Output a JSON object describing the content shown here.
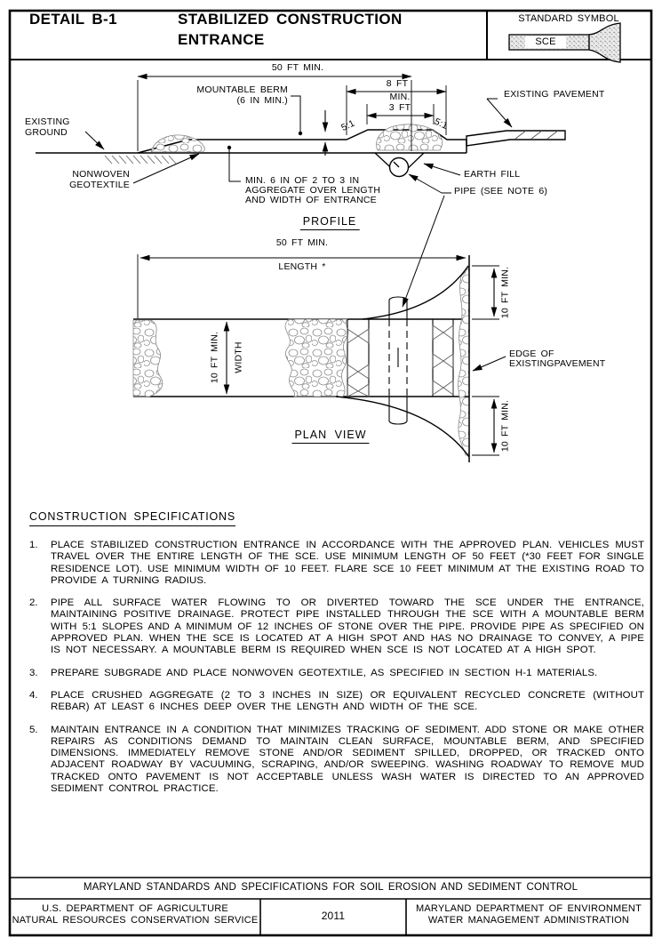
{
  "title_block": {
    "detail_no": "DETAIL B-1",
    "title_line1": "STABILIZED CONSTRUCTION",
    "title_line2": "ENTRANCE",
    "standard_symbol_label": "STANDARD SYMBOL",
    "symbol_text": "SCE"
  },
  "profile": {
    "view_label": "PROFILE",
    "dim_50ft": "50 FT MIN.",
    "mountable_berm_line1": "MOUNTABLE BERM",
    "mountable_berm_line2": "(6 IN MIN.)",
    "dim_8ft": "8 FT",
    "dim_8ft_min": "MIN.",
    "dim_3ft": "3 FT",
    "existing_pavement": "EXISTING PAVEMENT",
    "slope_left": "5:1",
    "slope_right": "5:1",
    "existing_ground_line1": "EXISTING",
    "existing_ground_line2": "GROUND",
    "nonwoven_line1": "NONWOVEN",
    "nonwoven_line2": "GEOTEXTILE",
    "aggregate_note_line1": "MIN. 6 IN OF 2 TO 3 IN",
    "aggregate_note_line2": "AGGREGATE OVER LENGTH",
    "aggregate_note_line3": "AND WIDTH OF ENTRANCE",
    "earth_fill": "EARTH FILL",
    "pipe_note": "PIPE (SEE NOTE 6)"
  },
  "plan": {
    "view_label": "PLAN VIEW",
    "dim_50ft": "50 FT MIN.",
    "length_note": "LENGTH *",
    "dim_10ft_top": "10 FT MIN.",
    "dim_10ft_width": "10 FT MIN.",
    "width_label": "WIDTH",
    "dim_10ft_bottom": "10 FT MIN.",
    "edge_line1": "EDGE OF",
    "edge_line2": "EXISTINGPAVEMENT"
  },
  "specifications": {
    "heading": "CONSTRUCTION SPECIFICATIONS",
    "items": [
      {
        "number": "1.",
        "text": "PLACE STABILIZED CONSTRUCTION ENTRANCE IN ACCORDANCE WITH THE APPROVED PLAN. VEHICLES MUST TRAVEL OVER THE ENTIRE LENGTH OF THE SCE. USE MINIMUM LENGTH OF 50 FEET (*30 FEET FOR SINGLE RESIDENCE LOT). USE MINIMUM WIDTH OF 10 FEET.  FLARE SCE 10 FEET MINIMUM AT THE EXISTING ROAD TO PROVIDE A TURNING RADIUS."
      },
      {
        "number": "2.",
        "text": "PIPE ALL SURFACE WATER FLOWING TO OR DIVERTED TOWARD THE SCE UNDER THE ENTRANCE, MAINTAINING POSITIVE DRAINAGE. PROTECT PIPE INSTALLED THROUGH THE SCE WITH A MOUNTABLE BERM WITH 5:1 SLOPES AND A MINIMUM OF 12 INCHES OF STONE OVER THE PIPE. PROVIDE PIPE AS SPECIFIED ON APPROVED PLAN. WHEN THE SCE IS LOCATED AT A HIGH SPOT AND HAS NO DRAINAGE TO CONVEY, A PIPE IS NOT NECESSARY. A MOUNTABLE BERM IS REQUIRED WHEN SCE IS NOT LOCATED AT A HIGH SPOT."
      },
      {
        "number": "3.",
        "text": "PREPARE SUBGRADE AND PLACE NONWOVEN GEOTEXTILE, AS SPECIFIED IN SECTION H-1 MATERIALS."
      },
      {
        "number": "4.",
        "text": "PLACE CRUSHED AGGREGATE (2 TO 3 INCHES IN SIZE) OR EQUIVALENT RECYCLED CONCRETE (WITHOUT REBAR) AT LEAST 6 INCHES DEEP OVER THE LENGTH AND WIDTH OF THE SCE."
      },
      {
        "number": "5.",
        "text": "MAINTAIN ENTRANCE IN A CONDITION THAT MINIMIZES TRACKING OF SEDIMENT. ADD STONE OR MAKE OTHER REPAIRS AS CONDITIONS DEMAND TO MAINTAIN CLEAN SURFACE, MOUNTABLE BERM, AND SPECIFIED DIMENSIONS.  IMMEDIATELY REMOVE STONE AND/OR SEDIMENT SPILLED, DROPPED, OR TRACKED ONTO ADJACENT ROADWAY BY VACUUMING, SCRAPING, AND/OR SWEEPING.  WASHING ROADWAY TO REMOVE MUD TRACKED ONTO PAVEMENT IS NOT ACCEPTABLE UNLESS WASH WATER IS DIRECTED TO AN APPROVED SEDIMENT CONTROL PRACTICE."
      }
    ]
  },
  "footer": {
    "banner": "MARYLAND  STANDARDS  AND  SPECIFICATIONS  FOR  SOIL  EROSION  AND  SEDIMENT  CONTROL",
    "agency_left_line1": "U.S. DEPARTMENT OF AGRICULTURE",
    "agency_left_line2": "NATURAL RESOURCES CONSERVATION SERVICE",
    "year": "2011",
    "agency_right_line1": "MARYLAND DEPARTMENT OF ENVIRONMENT",
    "agency_right_line2": "WATER MANAGEMENT ADMINISTRATION"
  }
}
